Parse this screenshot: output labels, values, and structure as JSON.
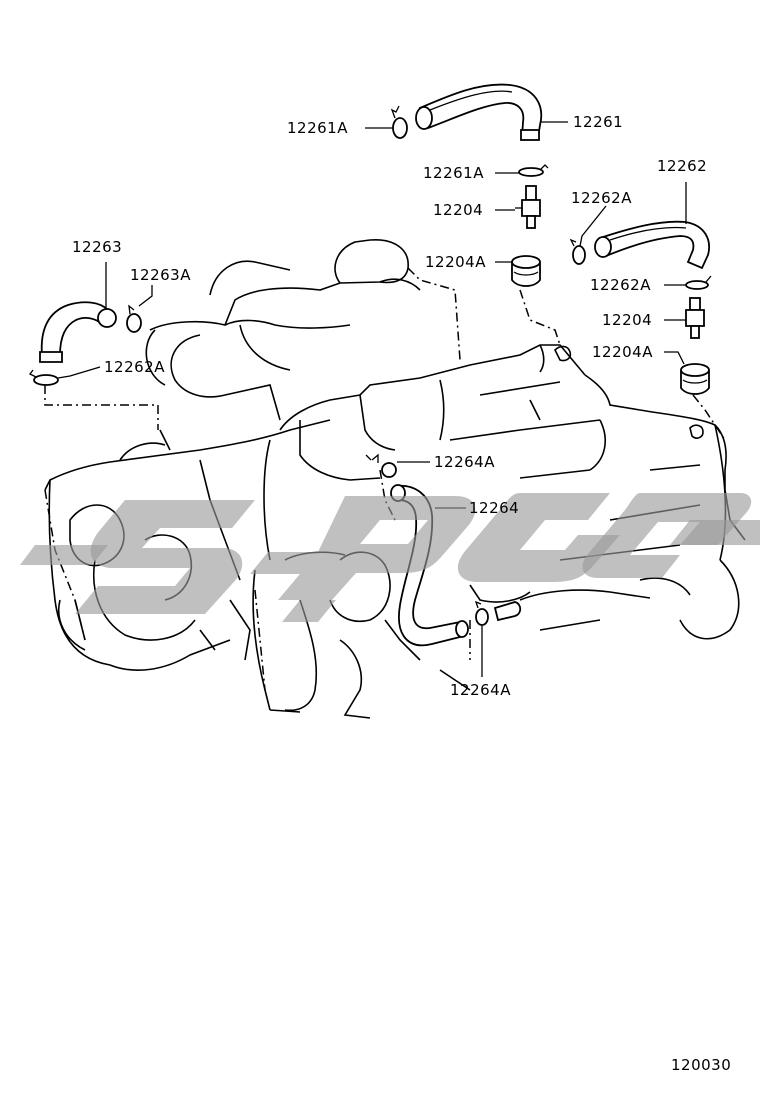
{
  "diagram": {
    "callouts": {
      "c_12261": "12261",
      "c_12261A_top": "12261A",
      "c_12261A_mid": "12261A",
      "c_12204_top": "12204",
      "c_12204A_top": "12204A",
      "c_12262": "12262",
      "c_12262A_top": "12262A",
      "c_12262A_mid": "12262A",
      "c_12204_right": "12204",
      "c_12204A_right": "12204A",
      "c_12263": "12263",
      "c_12263A": "12263A",
      "c_12262A_left": "12262A",
      "c_12264A_upper": "12264A",
      "c_12264": "12264",
      "c_12264A_lower": "12264A"
    },
    "figure_number": "120030",
    "colors": {
      "line": "#000000",
      "background": "#ffffff",
      "watermark": "#9a9a9a"
    }
  }
}
